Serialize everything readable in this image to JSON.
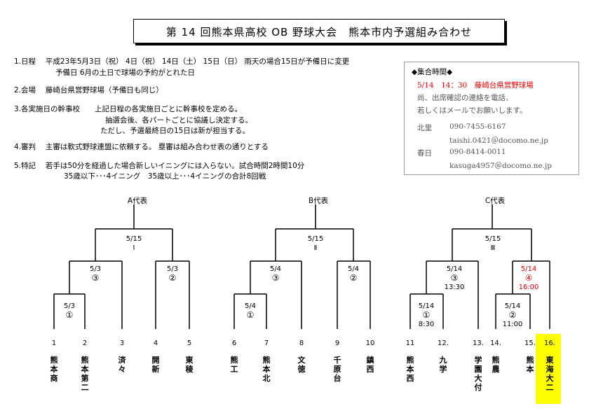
{
  "title": "第 14 回熊本県高校 OB 野球大会　熊本市内予選組み合わせ",
  "info": {
    "l1": "1.日程　 平成23年5月3日（祝） 4日（祝） 14日（土） 15日（日） 雨天の場合15日が予備日に変更",
    "l2": "予備日 6月の土日で球場の予約がとれた日",
    "l3": "2.会場　 藤崎台県営野球場（予備日も同じ）",
    "l4": "3.各実施日の幹事校　　上記日程の各実施日ごとに幹事校を定める。",
    "l5": "抽選会後、各パートごとに協議し決定する。",
    "l6": "ただし、予選最終日の15日は新が担当する。",
    "l7": "4.審判　 主審は軟式野球連盟に依頼する。 塁審は組み合わせ表の通りとする",
    "l8": "5.特記　 若手は50分を経過した場合新しいイニングには入らない。試合時間2時間10分",
    "l9": "35歳以下･･･4イニング　35歳以上･･･4イニングの合計8回戦"
  },
  "assembly": {
    "header": "◆集合時間◆",
    "time": "5/14　14：30　藤崎台県営野球場",
    "note1": "尚、出席確認の連絡を電話、",
    "note2": "若しくはメールでお願いします。",
    "c1_name": "北里",
    "c1_tel": "090-7455-6167",
    "c1_mail": "taishi.0421＠docomo.ne.jp",
    "c2_name": "春日",
    "c2_tel": "090-8414-0011",
    "c2_mail": "kasuga4957＠docomo.ne.jp"
  },
  "reps": {
    "a": "A代表",
    "b": "B代表",
    "c": "C代表"
  },
  "finals": [
    {
      "date": "5/15",
      "round": "Ⅰ"
    },
    {
      "date": "5/15",
      "round": "Ⅱ"
    },
    {
      "date": "5/15",
      "round": "Ⅲ"
    }
  ],
  "matches": {
    "a3": {
      "date": "5/3",
      "num": "③"
    },
    "a2": {
      "date": "5/3",
      "num": "②"
    },
    "a1": {
      "date": "5/3",
      "num": "①"
    },
    "b3": {
      "date": "5/4",
      "num": "③"
    },
    "b2": {
      "date": "5/4",
      "num": "②"
    },
    "b1": {
      "date": "5/4",
      "num": "①"
    },
    "c3": {
      "date": "5/14",
      "num": "③",
      "time": "13:30"
    },
    "c4": {
      "date": "5/14",
      "num": "④",
      "time": "16:00"
    },
    "c1": {
      "date": "5/14",
      "num": "①",
      "time": "8:30"
    },
    "c2": {
      "date": "5/14",
      "num": "②",
      "time": "11:00"
    }
  },
  "teams": [
    {
      "num": "1",
      "name": "熊本商"
    },
    {
      "num": "2",
      "name": "熊本第二"
    },
    {
      "num": "3",
      "name": "済々"
    },
    {
      "num": "4",
      "name": "開新"
    },
    {
      "num": "5",
      "name": "東稜"
    },
    {
      "num": "6",
      "name": "熊工"
    },
    {
      "num": "7",
      "name": "熊本北"
    },
    {
      "num": "8",
      "name": "文徳"
    },
    {
      "num": "9",
      "name": "千原台"
    },
    {
      "num": "10",
      "name": "鎮西"
    },
    {
      "num": "11",
      "name": "熊本西"
    },
    {
      "num": "12.",
      "name": "九学"
    },
    {
      "num": "13.",
      "name": "学園大付"
    },
    {
      "num": "14.",
      "name": "熊農"
    },
    {
      "num": "15.",
      "name": "熊本"
    },
    {
      "num": "16.",
      "name": "東海大二"
    }
  ],
  "colors": {
    "highlight": "#ffff00",
    "accent_red": "#e00000"
  }
}
